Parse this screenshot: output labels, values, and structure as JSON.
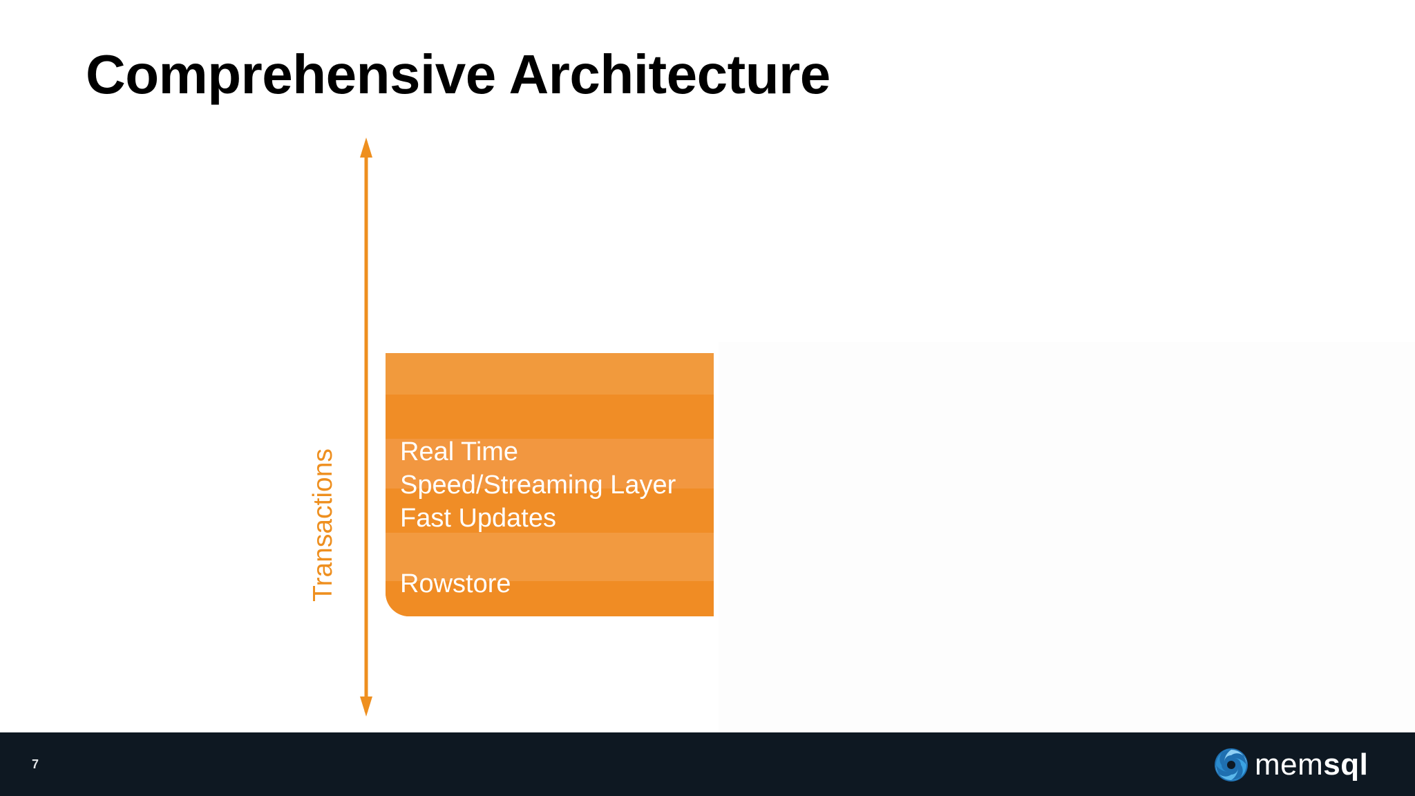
{
  "slide": {
    "title": "Comprehensive Architecture",
    "page_number": "7"
  },
  "axis": {
    "label": "Transactions",
    "color": "#ee8f1f",
    "direction": "bidirectional-vertical"
  },
  "rowstore_box": {
    "lines": [
      "Real Time",
      "Speed/Streaming Layer",
      "Fast Updates",
      "Rowstore"
    ],
    "colors": {
      "base": "#f08c24",
      "light_band": "#f29a3e",
      "text": "#ffffff"
    }
  },
  "footer": {
    "background": "#0e1822",
    "logo": {
      "icon": "memsql-swirl-icon",
      "text_light": "mem",
      "text_bold": "sql",
      "icon_color": "#3aa3e3"
    }
  }
}
